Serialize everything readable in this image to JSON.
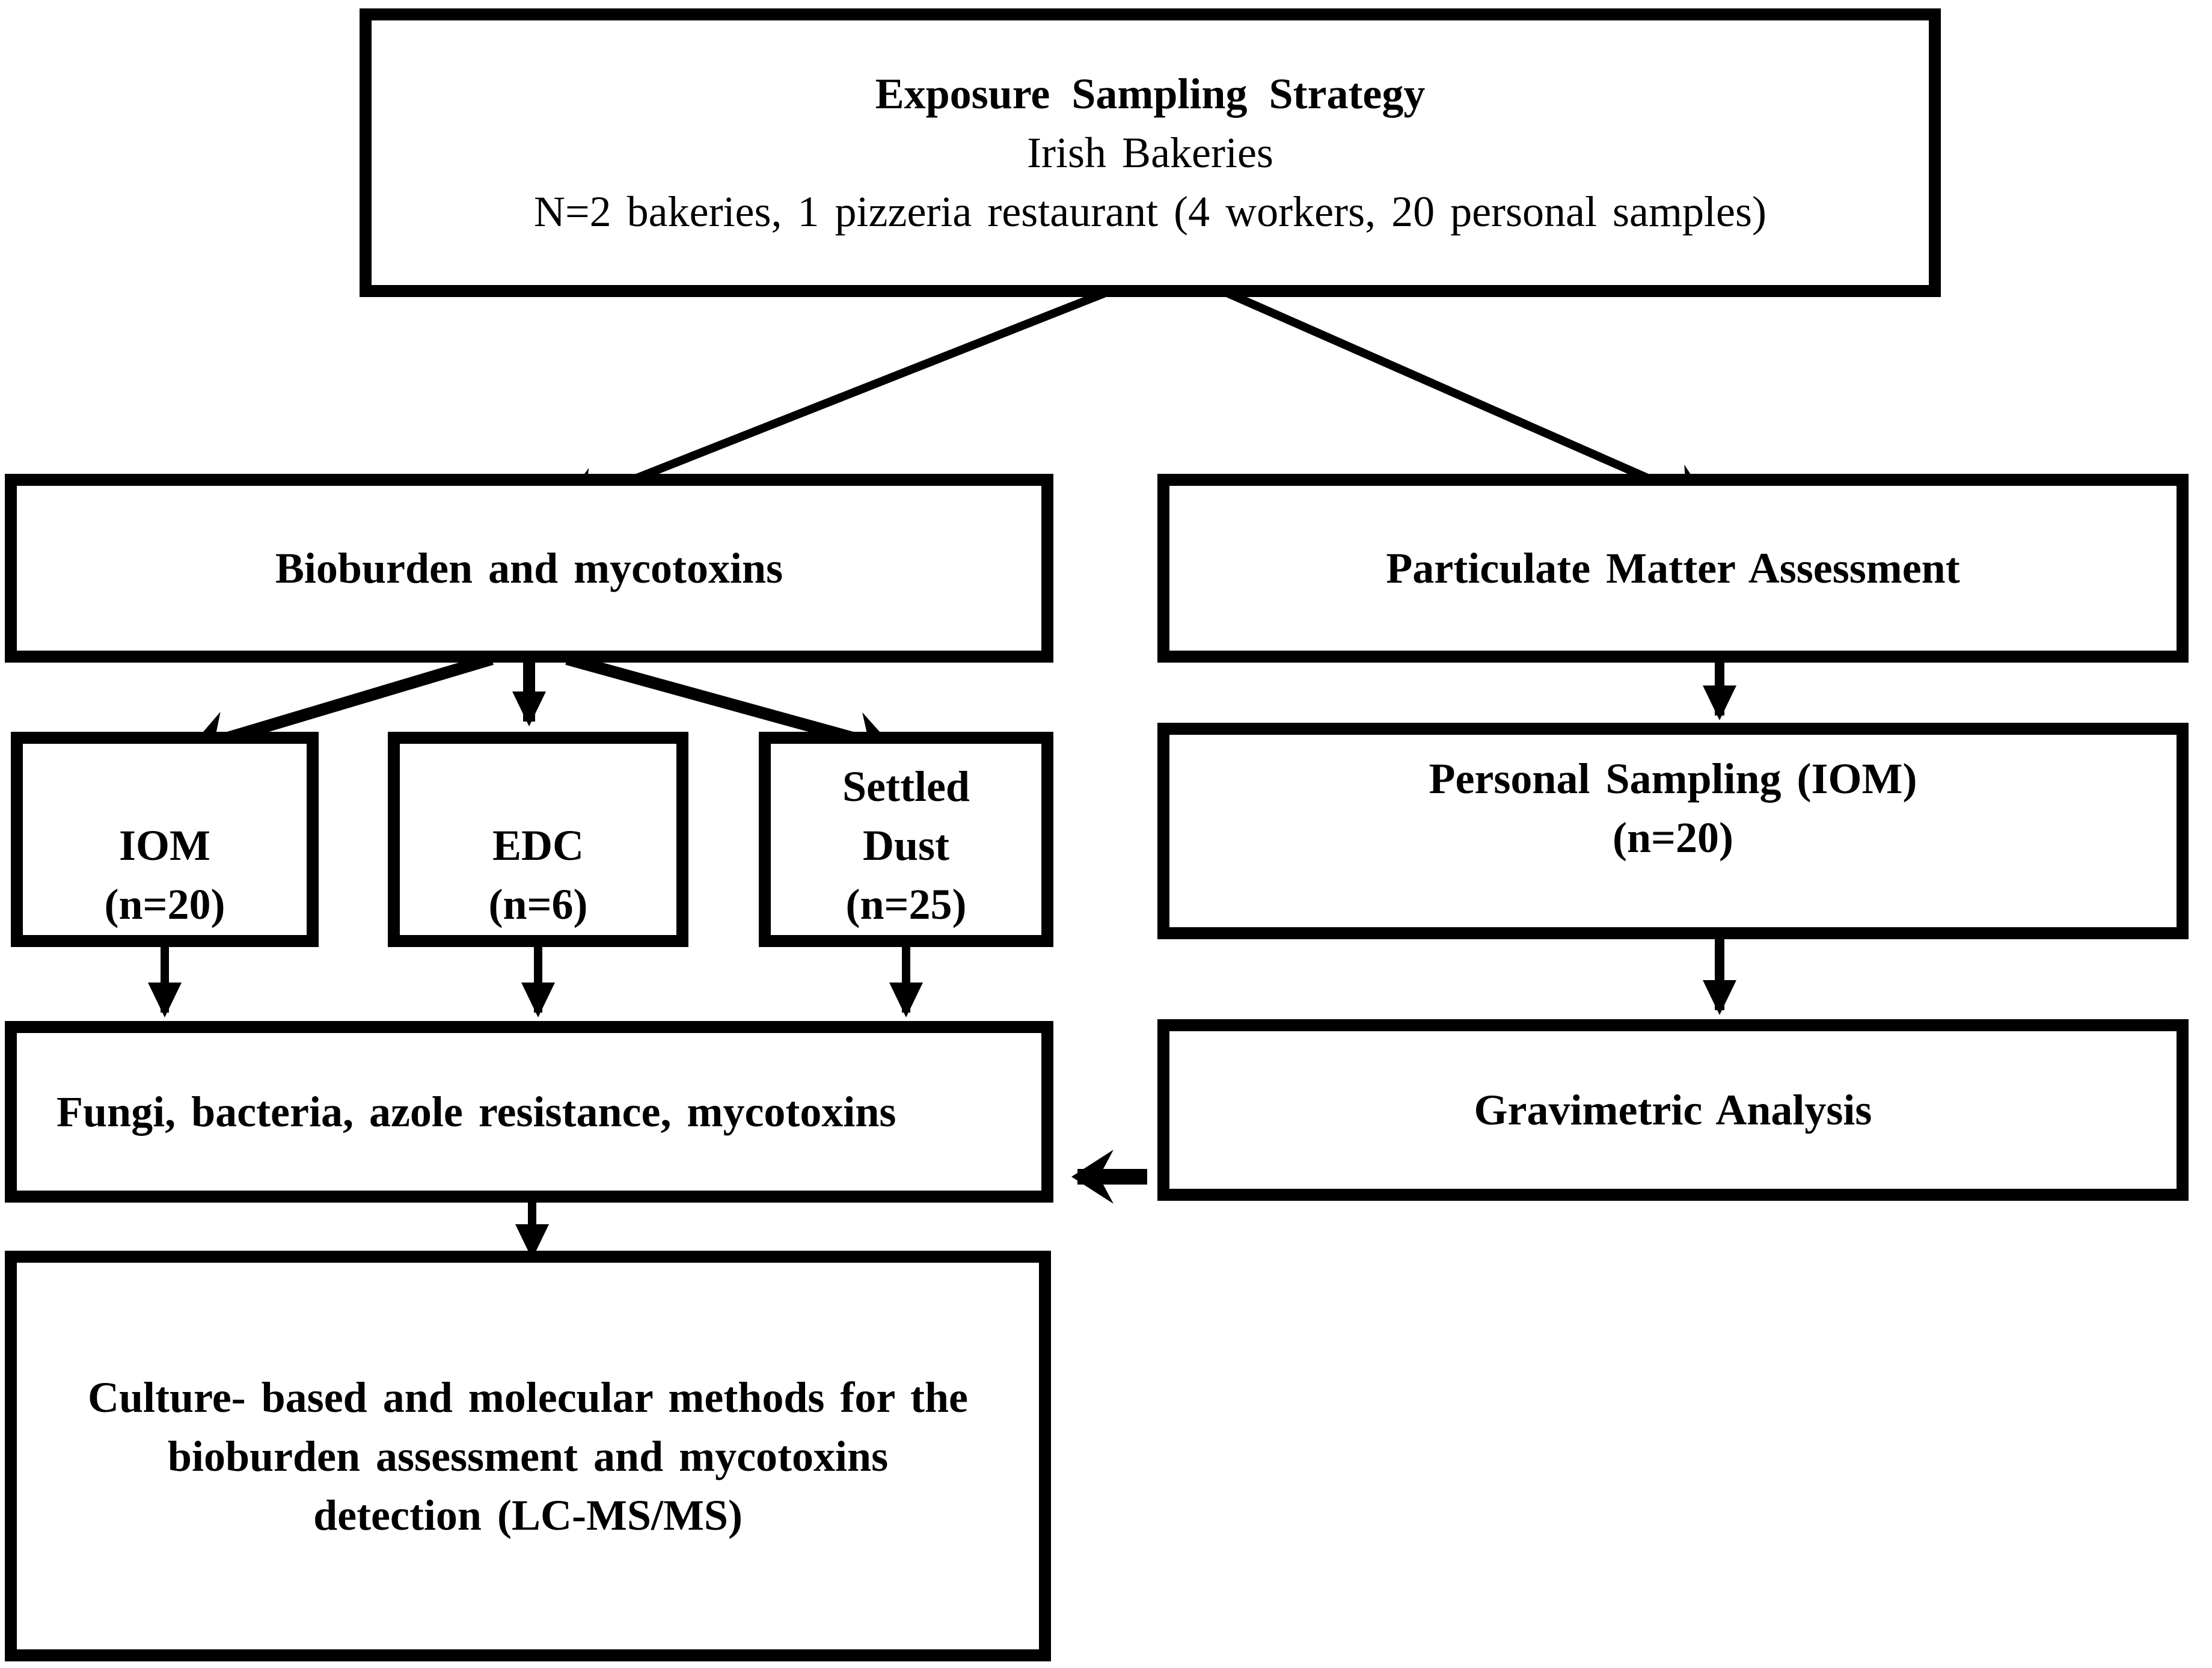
{
  "figure": {
    "ink_color": "#000000",
    "background_color": "#ffffff",
    "boxes": {
      "exposure": {
        "lines": [
          "Exposure Sampling Strategy",
          "Irish Bakeries",
          "N=2 bakeries, 1 pizzeria restaurant (4 workers, 20 personal samples)"
        ]
      },
      "bioburden": {
        "label": "Bioburden and mycotoxins"
      },
      "particulate": {
        "label": "Particulate Matter Assessment"
      },
      "iom": {
        "lines": [
          "IOM",
          "(n=20)"
        ]
      },
      "edc": {
        "lines": [
          "EDC",
          "(n=6)"
        ]
      },
      "settled_dust": {
        "lines": [
          "Settled",
          "Dust",
          "(n=25)"
        ]
      },
      "personal_sampling": {
        "lines": [
          "Personal Sampling (IOM)",
          "(n=20)"
        ]
      },
      "fungi": {
        "label": "Fungi, bacteria, azole resistance, mycotoxins"
      },
      "gravimetric": {
        "label": "Gravimetric Analysis"
      },
      "culture": {
        "lines": [
          "Culture- based and molecular methods for the",
          "bioburden  assessment and mycotoxins",
          "detection (LC-MS/MS)"
        ]
      }
    }
  }
}
